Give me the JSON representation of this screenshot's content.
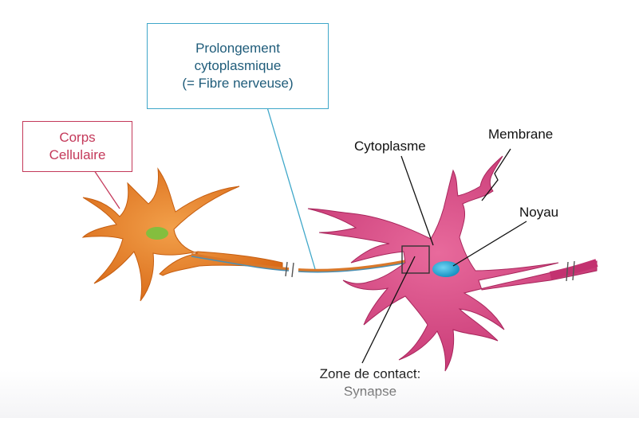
{
  "labels": {
    "corps_line1": "Corps",
    "corps_line2": "Cellulaire",
    "prolong_line1": "Prolongement",
    "prolong_line2": "cytoplasmique",
    "prolong_line3": "(= Fibre nerveuse)",
    "cytoplasme": "Cytoplasme",
    "membrane": "Membrane",
    "noyau": "Noyau",
    "zone_line1": "Zone de contact:",
    "zone_line2": "Synapse"
  },
  "colors": {
    "neuron1_fill": "#e7812a",
    "neuron1_nucleus": "#7db83a",
    "neuron2_fill": "#d9457f",
    "neuron2_nucleus": "#2ba9d6",
    "fiber": "#4a8fb3",
    "corps_box": "#c4395a",
    "prolong_box": "#3fa7c9"
  }
}
